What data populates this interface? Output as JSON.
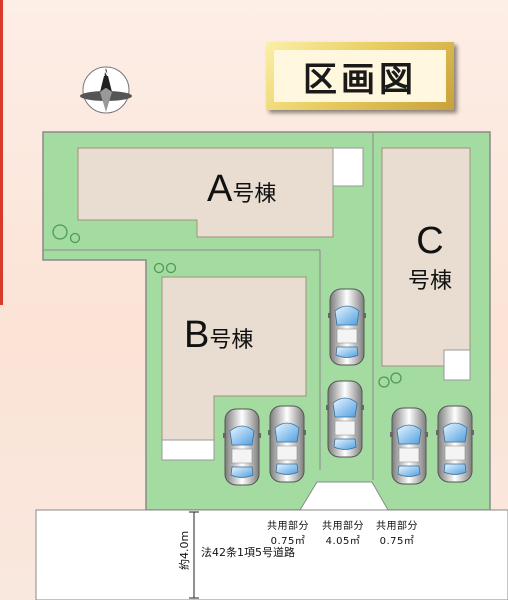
{
  "title": "区画図",
  "buildings": [
    {
      "letter": "A",
      "suffix": "号棟"
    },
    {
      "letter": "B",
      "suffix": "号棟"
    },
    {
      "letter": "C",
      "suffix": "号棟"
    }
  ],
  "shared_areas": [
    {
      "label": "共用部分",
      "area": "0.75㎡"
    },
    {
      "label": "共用部分",
      "area": "4.05㎡"
    },
    {
      "label": "共用部分",
      "area": "0.75㎡"
    }
  ],
  "road": {
    "width": "約4.0m",
    "name": "法42条1項5号道路"
  },
  "colors": {
    "lot": "#a4dba1",
    "house": "#e8ddd0",
    "road": "#ffffff"
  },
  "icons": {
    "compass": "north-arrow-icon"
  }
}
